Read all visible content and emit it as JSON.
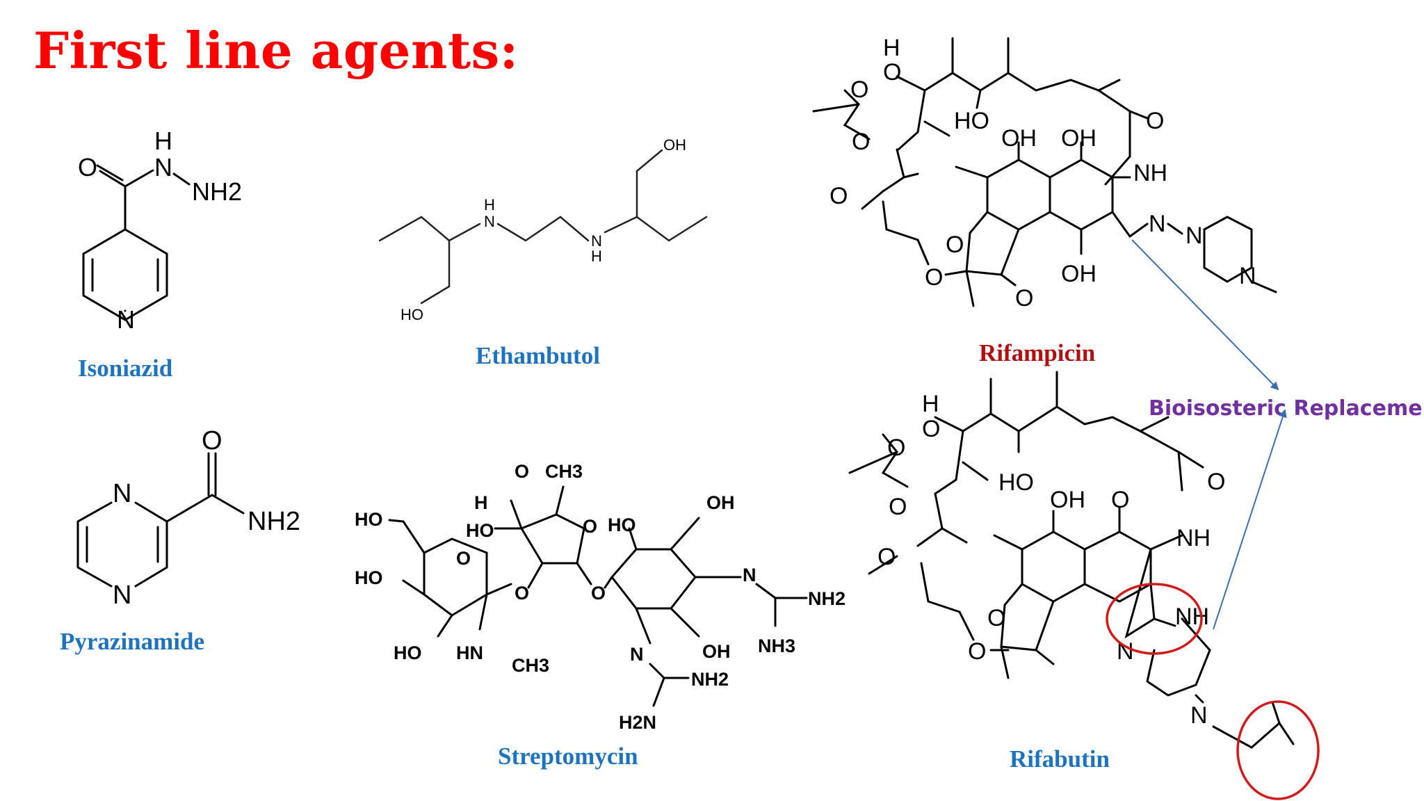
{
  "slide": {
    "title": "First line agents:",
    "accent_color": "#ff0000",
    "label_color": "#1e73be",
    "highlight_color": "#d11a1a",
    "note_color": "#7030a0"
  },
  "drugs": [
    {
      "id": "isoniazid",
      "name": "Isoniazid",
      "atoms": [
        "O",
        "H",
        "N",
        "NH2",
        "N"
      ]
    },
    {
      "id": "ethambutol",
      "name": "Ethambutol",
      "atoms": [
        "OH",
        "HO",
        "H",
        "N",
        "N",
        "H"
      ]
    },
    {
      "id": "rifampicin",
      "name": "Rifampicin",
      "atoms": [
        "H",
        "O",
        "HO",
        "O",
        "OH",
        "OH",
        "O",
        "NH",
        "O",
        "O",
        "O",
        "O",
        "O",
        "OH",
        "N",
        "N",
        "N"
      ]
    },
    {
      "id": "pyrazinamide",
      "name": "Pyrazinamide",
      "atoms": [
        "N",
        "N",
        "O",
        "NH2"
      ]
    },
    {
      "id": "streptomycin",
      "name": "Streptomycin",
      "atoms": [
        "O",
        "CH3",
        "H",
        "HO",
        "HO",
        "HO",
        "HO",
        "O",
        "O",
        "O",
        "OH",
        "O",
        "HO",
        "HN",
        "CH3",
        "N",
        "NH2",
        "NH3",
        "OH",
        "N",
        "NH2",
        "H2N"
      ]
    },
    {
      "id": "rifabutin",
      "name": "Rifabutin",
      "atoms": [
        "H",
        "O",
        "HO",
        "O",
        "OH",
        "O",
        "O",
        "NH",
        "O",
        "O",
        "O",
        "O",
        "NH",
        "N",
        "N"
      ]
    }
  ],
  "annotation": {
    "text": "Bioisosteric Replacement"
  }
}
